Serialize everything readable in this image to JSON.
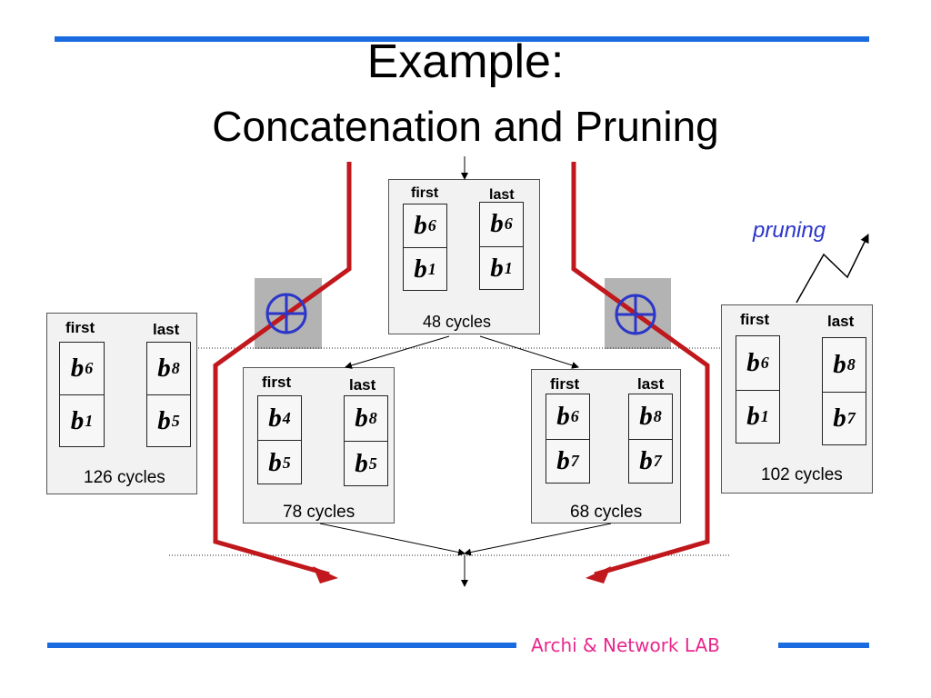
{
  "slide": {
    "title": "Example:",
    "subtitle": "Concatenation and Pruning",
    "footer": "Archi & Network LAB",
    "pruning_label": "pruning"
  },
  "labels": {
    "first": "first",
    "last": "last"
  },
  "blocks": {
    "top": {
      "first": [
        "6",
        "1"
      ],
      "last": [
        "6",
        "1"
      ],
      "cycles": "48 cycles"
    },
    "mid_left": {
      "first": [
        "4",
        "5"
      ],
      "last": [
        "8",
        "5"
      ],
      "cycles": "78 cycles"
    },
    "mid_right": {
      "first": [
        "6",
        "7"
      ],
      "last": [
        "8",
        "7"
      ],
      "cycles": "68 cycles"
    },
    "far_left": {
      "first": [
        "6",
        "1"
      ],
      "last": [
        "8",
        "5"
      ],
      "cycles": "126 cycles"
    },
    "far_right": {
      "first": [
        "6",
        "1"
      ],
      "last": [
        "8",
        "7"
      ],
      "cycles": "102 cycles"
    }
  },
  "colors": {
    "accent_bar": "#1a6be0",
    "path_red": "#c0181c",
    "op_blue": "#2b36c9",
    "op_box": "#b3b3b3",
    "footer_pink": "#e8278d"
  }
}
